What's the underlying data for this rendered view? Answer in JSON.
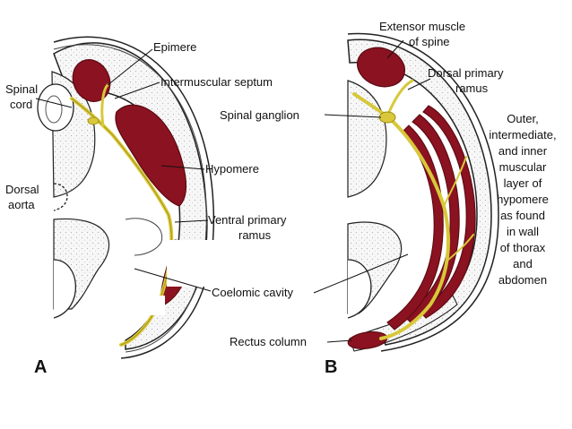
{
  "colors": {
    "muscle": "#8b1220",
    "muscle_edge": "#5a0a12",
    "nerve": "#d8c83a",
    "nerve_edge": "#9a8a10",
    "stipple": "#f1f1f1",
    "outline": "#222222",
    "background": "#ffffff"
  },
  "panel_a": {
    "letter": "A",
    "labels": {
      "epimere": "Epimere",
      "intermuscular_septum": "Intermuscular septum",
      "spinal_cord_1": "Spinal",
      "spinal_cord_2": "cord",
      "hypomere": "Hypomere",
      "dorsal_aorta_1": "Dorsal",
      "dorsal_aorta_2": "aorta",
      "ventral_ramus_1": "Ventral primary",
      "ventral_ramus_2": "ramus",
      "coelomic_cavity": "Coelomic cavity"
    }
  },
  "panel_b": {
    "letter": "B",
    "labels": {
      "extensor_1": "Extensor muscle",
      "extensor_2": "of spine",
      "dorsal_ramus_1": "Dorsal primary",
      "dorsal_ramus_2": "ramus",
      "spinal_ganglion": "Spinal ganglion",
      "rectus_column": "Rectus column",
      "muscle_layers": [
        "Outer,",
        "intermediate,",
        "and inner",
        "muscular",
        "layer of",
        "hypomere",
        "as found",
        "in wall",
        "of thorax",
        "and",
        "abdomen"
      ]
    }
  }
}
